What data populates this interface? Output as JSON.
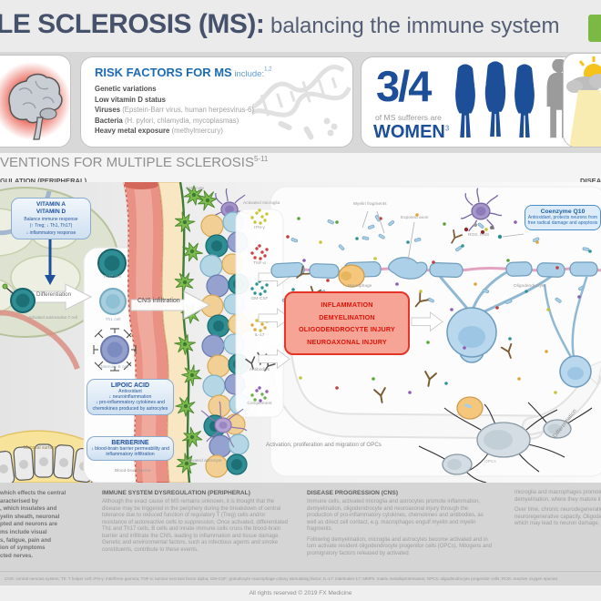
{
  "header": {
    "title_bold": "LE SCLEROSIS (MS):",
    "title_light": " balancing the immune system"
  },
  "risk": {
    "heading": "RISK FACTORS FOR MS",
    "heading_suffix": " include:",
    "ref": "1,2",
    "items": [
      {
        "b": "Genetic variations",
        "n": ""
      },
      {
        "b": "Low vitamin D status",
        "n": ""
      },
      {
        "b": "Viruses",
        "n": " (Epstein-Barr virus, human herpesvirus-6)"
      },
      {
        "b": "Bacteria",
        "n": " (H. pylori, chlamydia, mycoplasmas)"
      },
      {
        "b": "Heavy metal exposure",
        "n": " (methylmercury)"
      }
    ]
  },
  "stats": {
    "fraction": "3/4",
    "line1": "of MS sufferers are",
    "line2": "WOMEN",
    "ref": "3"
  },
  "section": {
    "title": "VENTIONS FOR MULTIPLE SCLEROSIS",
    "ref": "5-11",
    "sub_left": "GULATION (PERIPHERAL)",
    "sub_right": "DISEA"
  },
  "vitamin_box": {
    "title1": "VITAMIN A",
    "title2": "VITAMIN D",
    "line1": "Balance immune response",
    "line2": "(↑ Treg; ↓ Th1, Th17)",
    "line3": "↓ inflammatory response"
  },
  "lipoic_box": {
    "title": "LIPOIC ACID",
    "line1": "Antioxidant",
    "line2": "↓ neuroinflammation",
    "line3": "↓ pro-inflammatory cytokines and chemokines produced by astrocytes"
  },
  "berberine_box": {
    "title": "BERBERINE",
    "line1": "↓ blood-brain barrier permeability and inflammatory infiltration"
  },
  "coq10_box": {
    "title": "Coenzyme Q10",
    "body": "Antioxidant, protects neurons from free radical damage and apoptosis"
  },
  "red_box": {
    "line1": "INFLAMMATION",
    "line2": "DEMYELINATION",
    "line3": "OLIGODENDROCYTE INJURY",
    "line4": "NEUROAXONAL INJURY"
  },
  "labels": {
    "astrocyte": "Astrocyte",
    "activated_microglia": "Activated microglia",
    "th17": "Th17 cell",
    "th1": "Th1 cell",
    "memory_b": "Memory B cell",
    "cns_infiltration": "CNS infiltration",
    "differentiation_left": "Differentiation",
    "differentiation_right": "Differentiation",
    "autoreactive": "Activated autoreactive T cell",
    "mucosal_surface": "Mucosal surface",
    "ifn": "IFN-γ",
    "tnf": "TNF-α",
    "gmcsf": "GM-CSF",
    "il17": "IL-17",
    "antibodies": "Antibodies",
    "complement": "Complement",
    "myelin_fragments": "Myelin fragments",
    "exposed_axon": "Exposed axon",
    "ros_rns": "ROS, RNS",
    "macrophage": "Macrophage",
    "oligodendrocyte": "Oligodendrocyte",
    "opcs": "OPCs",
    "opc_band": "Activation, proliferation and migration of OPCs",
    "activated_astrocyte": "Activated astrocyte",
    "blood_brain_barrier": "Blood-brain barrier"
  },
  "bottom": {
    "col1_lines": [
      "which effects the central",
      "aracterised by",
      ", which insulates and",
      "yelin sheath, neuronal",
      "pted and neurons are",
      "ms include visual",
      "s, fatigue, pain and",
      "ion of symptoms",
      "cted nerves."
    ],
    "col2_heading": "IMMUNE SYSTEM DYSREGULATION (PERIPHERAL)",
    "col2_body": "Although the exact cause of MS remains unknown, it is thought that the disease may be triggered in the periphery during the breakdown of central tolerance due to reduced function of regulatory T (Treg) cells and/or resistance of autoreactive cells to suppression. Once activated, differentiated Th1 and Th17 cells, B cells and innate immune cells cross the blood-brain barrier and infiltrate the CNS, leading to inflammation and tissue damage. Genetic and environmental factors, such as infectious agents and smoke constituents, contribute to these events.",
    "col3_heading": "DISEASE PROGRESSION (CNS)",
    "col3_body1": "Immune cells, activated microglia and astrocytes promote inflammation, demyelination, oligodendrocyte and neuroaxonal injury through the production of pro-inflammatory cytokines, chemokines and antibodies, as well as direct cell contact, e.g. macrophages engulf myelin and myelin fragments.",
    "col3_body2": "Following demyelination, microglia and astrocytes become activated and in turn activate resident oligodendrocyte progenitor cells (OPCs). Mitogens and promigratory factors released by activated",
    "col4_body1": "microglia and macrophages promote the migration of OPCs to the sites of demyelination, where they mature into remyelinating oligodendrocytes.",
    "col4_body2": "Over time, chronic neurodegeneration exceeds the neuroprotective and/or neuroregenerative capacity. Oligodendrocytes are damaged and degraded, which may lead to neuron damage, loss of function and apoptosis."
  },
  "footer": {
    "abbreviations": "CNS: central nervous system; Th: T helper cell; IFN-γ: interferon gamma; TNF-α: tumour necrosis factor alpha; GM-CSF: granulocyte macrophage colony stimulating factor; IL-17: interleukin-17; MMPs: matrix metalloproteinases; OPCs: oligodendrocyte progenitor cells; ROS: reactive oxygen species",
    "rights": "All rights reserved © 2019 FX Medicine"
  },
  "colors": {
    "accent_blue": "#1d4f99",
    "heading_blue": "#1c6bb5",
    "alert_red": "#e43527",
    "navy_title": "#46516b",
    "logo_green": "#7cb844"
  }
}
